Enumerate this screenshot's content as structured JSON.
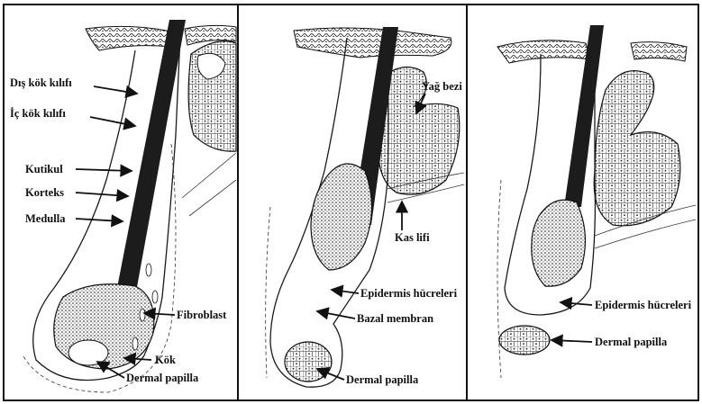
{
  "figure": {
    "panels": [
      {
        "id": "left",
        "labels": [
          {
            "key": "dis_kok_kilifi",
            "text": "Dış kök kılıfı"
          },
          {
            "key": "ic_kok_kilifi",
            "text": "İç kök kılıfı"
          },
          {
            "key": "kutikul",
            "text": "Kutikul"
          },
          {
            "key": "korteks",
            "text": "Korteks"
          },
          {
            "key": "medulla",
            "text": "Medulla"
          },
          {
            "key": "fibroblast",
            "text": "Fibroblast"
          },
          {
            "key": "kok",
            "text": "Kök"
          },
          {
            "key": "dermal_papilla",
            "text": "Dermal papilla"
          }
        ]
      },
      {
        "id": "middle",
        "labels": [
          {
            "key": "yag_bezi",
            "text": "Yağ bezi"
          },
          {
            "key": "kas_lifi",
            "text": "Kas lifi"
          },
          {
            "key": "epidermis_hucreleri",
            "text": "Epidermis hücreleri"
          },
          {
            "key": "bazal_membran",
            "text": "Bazal membran"
          },
          {
            "key": "dermal_papilla",
            "text": "Dermal papilla"
          }
        ]
      },
      {
        "id": "right",
        "labels": [
          {
            "key": "epidermis_hucreleri",
            "text": "Epidermis hücreleri"
          },
          {
            "key": "dermal_papilla",
            "text": "Dermal papilla"
          }
        ]
      }
    ],
    "colors": {
      "ink": "#111111",
      "paper": "#ffffff"
    }
  }
}
